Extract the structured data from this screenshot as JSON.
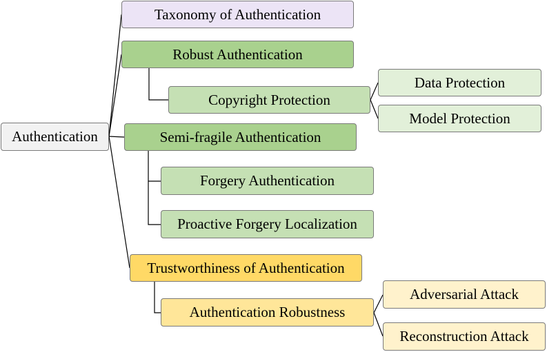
{
  "colors": {
    "root": "#f2f2f2",
    "taxonomy": "#ece4f6",
    "green_dark": "#a9d18e",
    "green_light": "#c5e0b4",
    "green_pale": "#e2f0d9",
    "orange": "#ffd966",
    "orange_light": "#ffe699",
    "orange_pale": "#fff2cc",
    "line": "#000000"
  },
  "nodes": {
    "root": "Authentication",
    "taxonomy": "Taxonomy of Authentication",
    "robust": "Robust Authentication",
    "copyright": "Copyright Protection",
    "data_protection": "Data Protection",
    "model_protection": "Model Protection",
    "semi_fragile": "Semi-fragile Authentication",
    "forgery": "Forgery Authentication",
    "proactive": "Proactive Forgery Localization",
    "trust": "Trustworthiness of Authentication",
    "robustness": "Authentication Robustness",
    "adversarial": "Adversarial Attack",
    "reconstruction": "Reconstruction Attack"
  }
}
